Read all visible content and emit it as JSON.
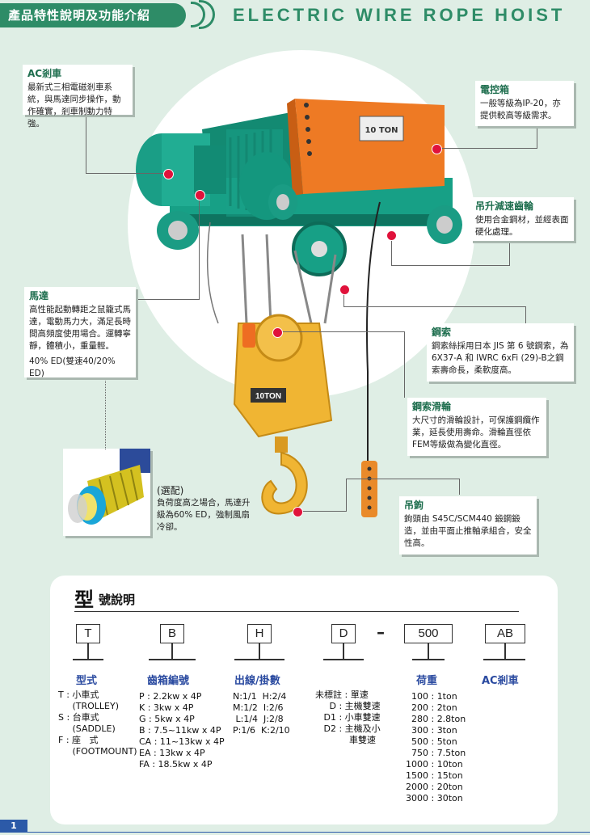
{
  "header": {
    "title": "產品特性說明及功能介紹",
    "subtitle_en": "ELECTRIC WIRE ROPE HOIST"
  },
  "colors": {
    "accent": "#2e8c67",
    "hoist_body": "#17a086",
    "control_box": "#f07a26",
    "hook": "#f0b533",
    "marker": "#e0123b",
    "model_head": "#2a4aa0"
  },
  "labels": {
    "nameplate": "10 TON",
    "sheave": "10TON"
  },
  "callouts": [
    {
      "title": "AC剎車",
      "body": "最新式三相電磁剎車系統，與馬達同步操作，動作確實，剎車制動力特強。"
    },
    {
      "title": "電控箱",
      "body": "一般等級為IP-20，亦提供較高等級需求。"
    },
    {
      "title": "吊升減速齒輪",
      "body": "使用合金鋼材，並經表面硬化處理。"
    },
    {
      "title": "馬達",
      "body": "高性能起動轉距之鼠籠式馬達，電動馬力大，滿足長時間高頻度使用場合。運轉寧靜，體積小，重量輕。",
      "note": "40% ED(雙速40/20% ED)"
    },
    {
      "title": "鋼索",
      "body": "鋼索絲採用日本 JIS 第 6 號鋼索，為 6X37-A 和 IWRC 6xFi (29)-B之鋼索壽命長，柔軟度高。"
    },
    {
      "title": "鋼索滑輪",
      "body": "大尺寸的滑輪設計，可保護鋼纜作業，延長使用壽命。滑輪直徑依FEM等級做為變化直徑。"
    },
    {
      "title": "(選配)",
      "body": "負荷度高之場合，馬達升級為60% ED，強制風扇冷卻。"
    },
    {
      "title": "吊鉤",
      "body": "鉤頭由 S45C/SCM440 鍛鋼鍛造，並由平面止推軸承組合，安全性高。"
    }
  ],
  "model": {
    "title_big": "型",
    "title_rest": "號說明",
    "boxes": [
      "T",
      "B",
      "H",
      "D",
      "500",
      "AB"
    ],
    "dash": "–",
    "columns": [
      {
        "head": "型式",
        "items": "T : 小車式\n     (TROLLEY)\nS : 台車式\n     (SADDLE)\nF : 座   式\n     (FOOTMOUNT)"
      },
      {
        "head": "齒箱編號",
        "items": "P : 2.2kw x 4P\nK : 3kw x 4P\nG : 5kw x 4P\nB : 7.5~11kw x 4P\nCA : 11~13kw x 4P\nEA : 13kw x 4P\nFA : 18.5kw x 4P"
      },
      {
        "head": "出線/掛數",
        "items": "N:1/1  H:2/4\nM:1/2  I:2/6\n L:1/4  J:2/8\nP:1/6  K:2/10"
      },
      {
        "head": "",
        "items": "未標註 : 單速\n     D : 主機雙速\n   D1 : 小車雙速\n   D2 : 主機及小\n            車雙速"
      },
      {
        "head": "荷重",
        "items": "  100 : 1ton\n  200 : 2ton\n  280 : 2.8ton\n  300 : 3ton\n  500 : 5ton\n  750 : 7.5ton\n1000 : 10ton\n1500 : 15ton\n2000 : 20ton\n3000 : 30ton"
      },
      {
        "head": "AC剎車",
        "items": ""
      }
    ]
  },
  "page_number": "1"
}
